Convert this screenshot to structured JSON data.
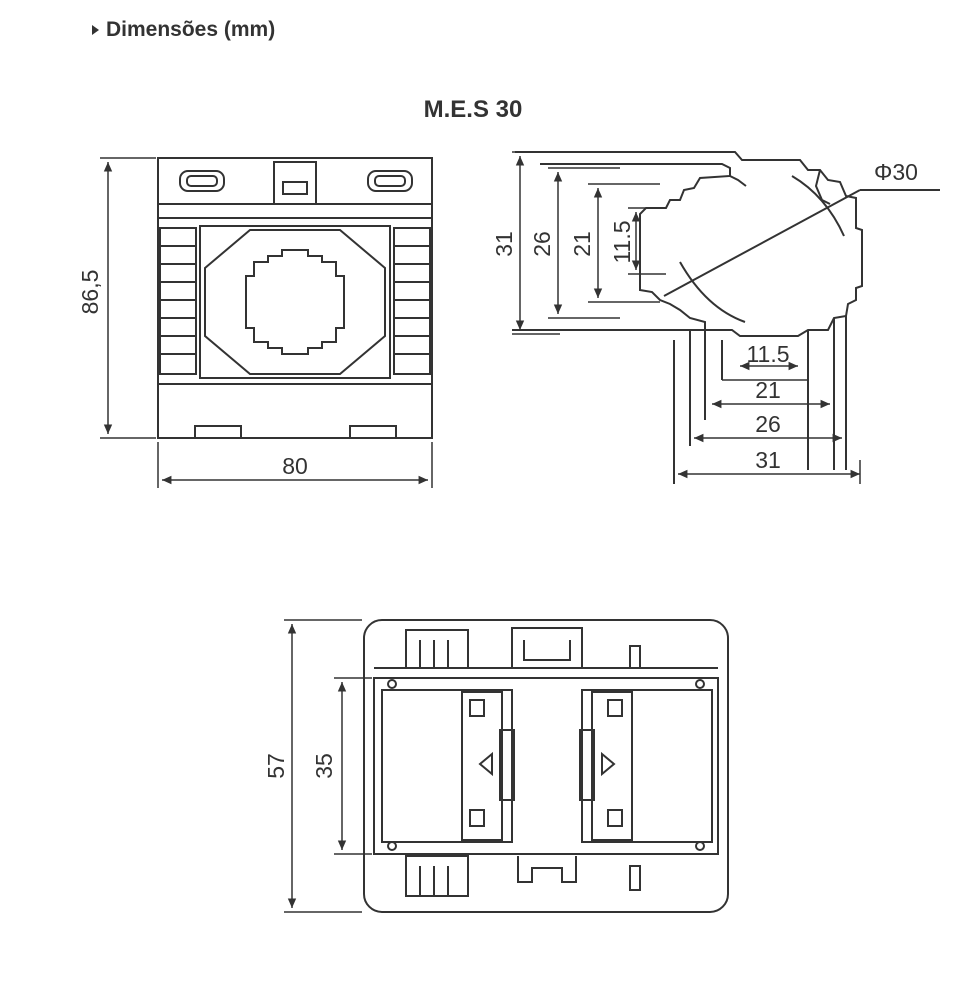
{
  "header": {
    "title": "Dimensões (mm)",
    "marker_icon": "triangle-right-icon"
  },
  "model": {
    "name": "M.E.S 30"
  },
  "dimensions": {
    "front_height": "86,5",
    "front_width": "80",
    "side_31": "31",
    "side_26": "26",
    "side_21": "21",
    "side_11_5": "11.5",
    "bottom_11_5": "11.5",
    "bottom_21": "21",
    "bottom_26": "26",
    "bottom_31": "31",
    "diameter": "Φ30",
    "top_57": "57",
    "top_35": "35"
  },
  "colors": {
    "line": "#333333",
    "fill": "#ffffff",
    "background": "#ffffff"
  }
}
